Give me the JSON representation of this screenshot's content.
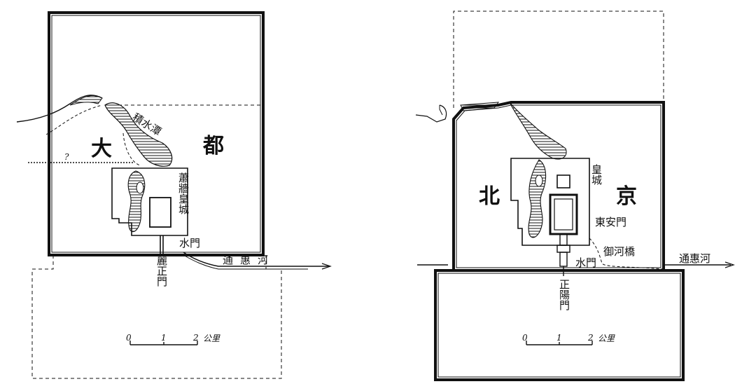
{
  "left_map": {
    "city_label_1": "大",
    "city_label_2": "都",
    "lake": "積水潭",
    "imperial_city": "蕭牆皇城",
    "water_gate": "水門",
    "canal": "通惠河",
    "south_gate": "麗正門",
    "question_mark": "?",
    "scale": {
      "ticks": [
        "0",
        "1",
        "2"
      ],
      "unit": "公里"
    }
  },
  "right_map": {
    "city_label_1": "北",
    "city_label_2": "京",
    "imperial_city": "皇城",
    "east_gate": "東安門",
    "river": "御河橋",
    "water_gate": "水門",
    "canal": "通惠河",
    "south_gate": "正陽門",
    "scale": {
      "ticks": [
        "0",
        "1",
        "2"
      ],
      "unit": "公里"
    }
  },
  "colors": {
    "ink": "#111111",
    "background": "#ffffff"
  }
}
